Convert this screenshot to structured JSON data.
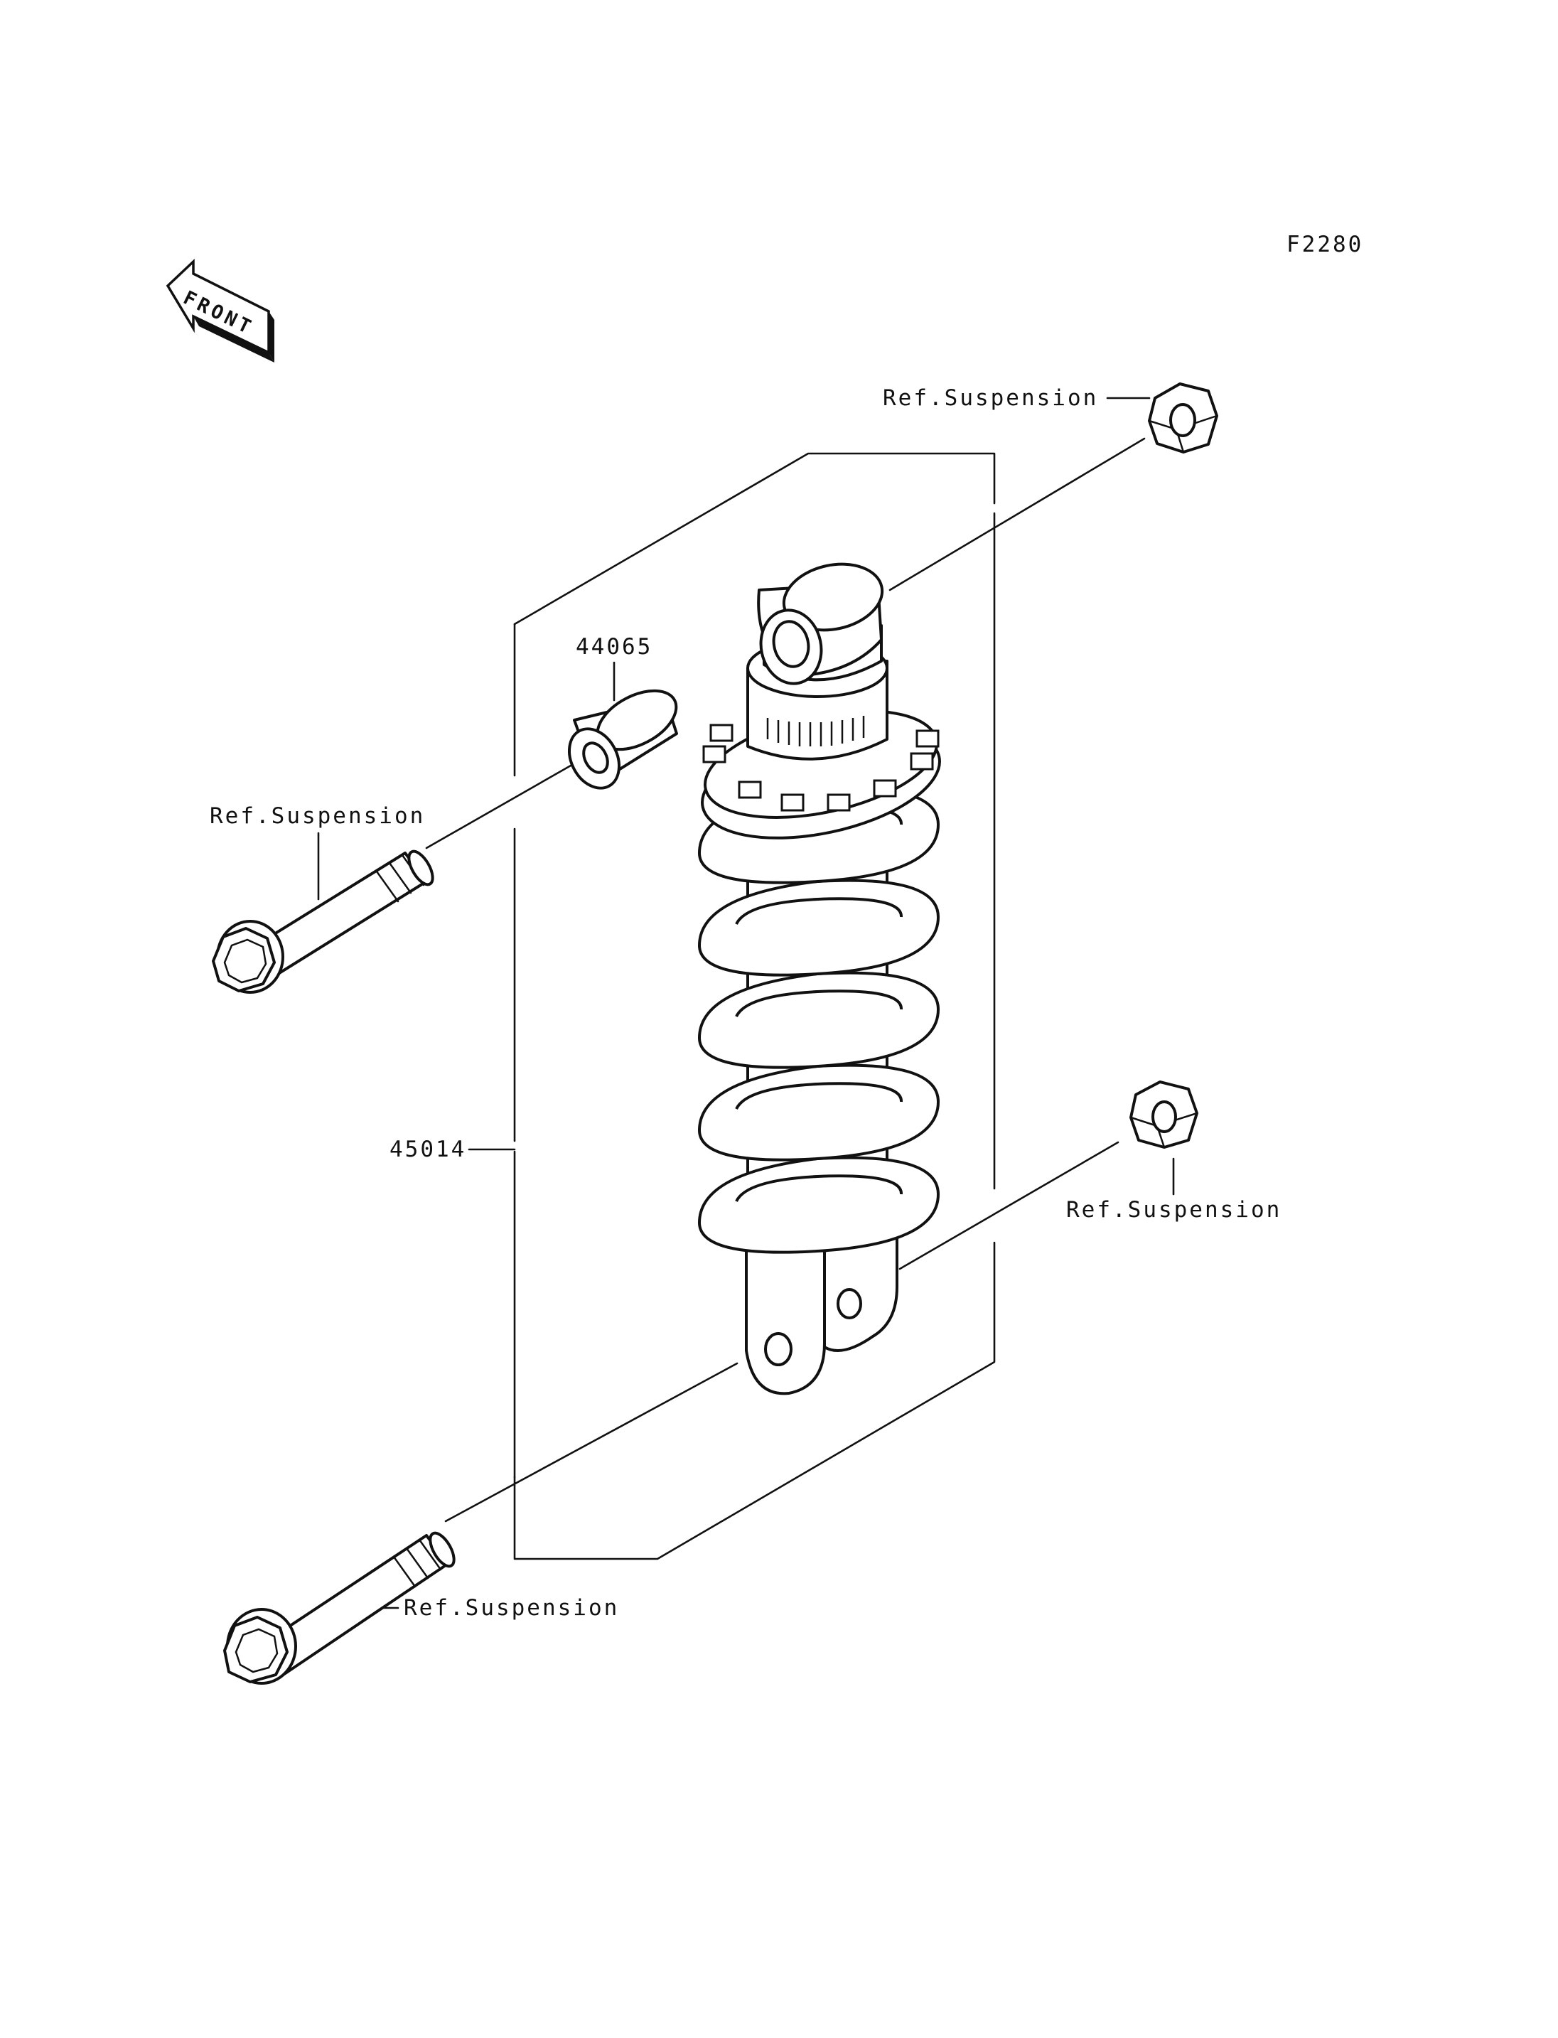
{
  "diagram_code": "F2280",
  "front_arrow": {
    "text": "FRONT",
    "icon": "front-direction-arrow-icon"
  },
  "callouts": {
    "nut_top": "Ref.Suspension",
    "bolt_upper": "Ref.Suspension",
    "nut_lower": "Ref.Suspension",
    "bolt_lower": "Ref.Suspension",
    "collar": "44065",
    "shock_assembly": "45014"
  },
  "parts": [
    {
      "name": "nut",
      "icon": "hex-nut-icon"
    },
    {
      "name": "collar",
      "icon": "collar-sleeve-icon"
    },
    {
      "name": "bolt",
      "icon": "flange-bolt-icon"
    },
    {
      "name": "shock-absorber",
      "icon": "rear-shock-absorber-icon"
    }
  ]
}
